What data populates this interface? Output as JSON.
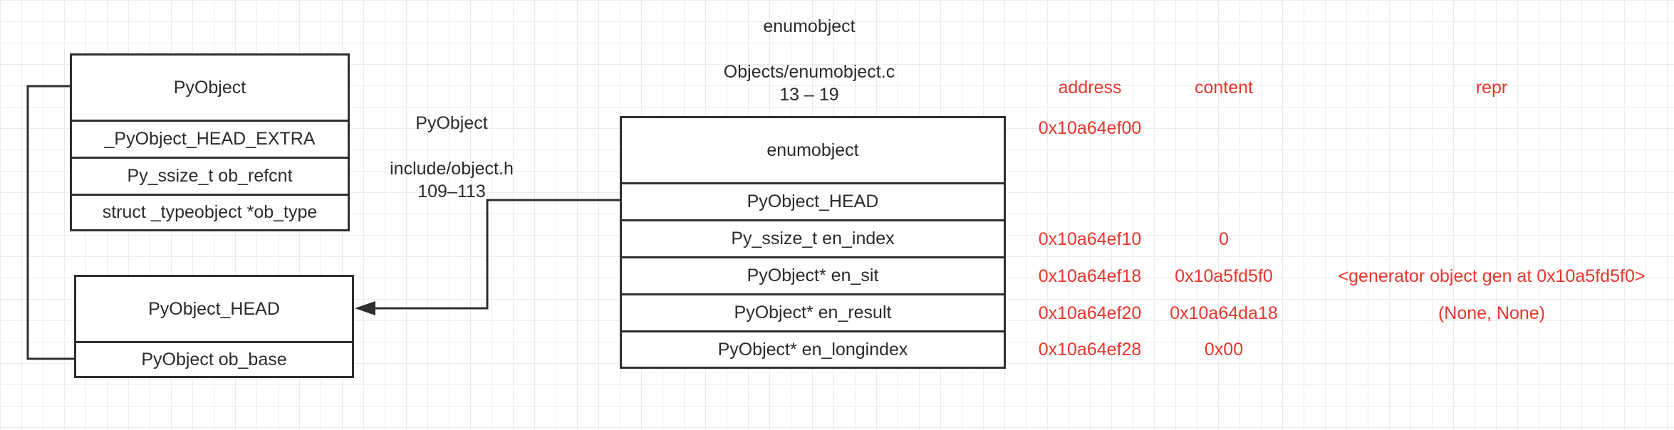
{
  "pyobject_box": {
    "title": "PyObject",
    "fields": [
      "_PyObject_HEAD_EXTRA",
      "Py_ssize_t ob_refcnt",
      "struct _typeobject *ob_type"
    ]
  },
  "pyobject_head_box": {
    "title": "PyObject_HEAD",
    "fields": [
      "PyObject ob_base"
    ]
  },
  "pyobject_note": {
    "name": "PyObject",
    "file": "include/object.h",
    "lines": "109–113"
  },
  "enumobject_note": {
    "name": "enumobject",
    "file": "Objects/enumobject.c",
    "lines": "13 – 19"
  },
  "enumobject_box": {
    "title": "enumobject",
    "fields": [
      "PyObject_HEAD",
      "Py_ssize_t en_index",
      "PyObject* en_sit",
      "PyObject* en_result",
      "PyObject* en_longindex"
    ]
  },
  "memory_table": {
    "headers": {
      "address": "address",
      "content": "content",
      "repr": "repr"
    },
    "base_address": "0x10a64ef00",
    "rows": [
      {
        "address": "0x10a64ef10",
        "content": "0",
        "repr": ""
      },
      {
        "address": "0x10a64ef18",
        "content": "0x10a5fd5f0",
        "repr": "<generator object gen at 0x10a5fd5f0>"
      },
      {
        "address": "0x10a64ef20",
        "content": "0x10a64da18",
        "repr": "(None, None)"
      },
      {
        "address": "0x10a64ef28",
        "content": "0x00",
        "repr": ""
      }
    ]
  },
  "colors": {
    "line": "#2f2f2f",
    "annotation_red": "#e8362b",
    "grid": "#ebebeb"
  }
}
